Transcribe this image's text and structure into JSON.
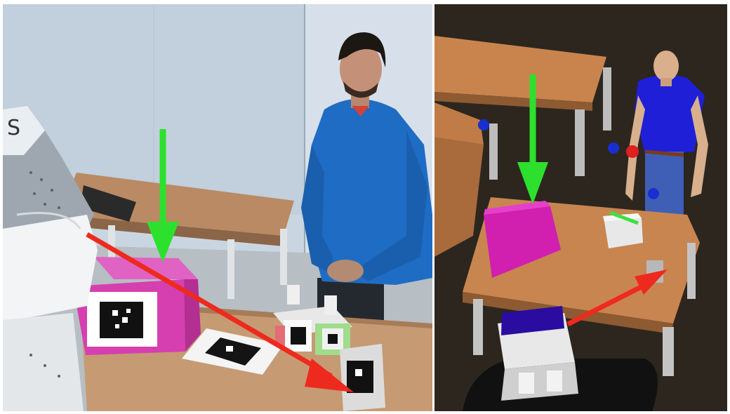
{
  "panels": [
    {
      "name": "camera-view",
      "description_visible": false
    },
    {
      "name": "simulation-view",
      "description_visible": false
    }
  ],
  "robot_label_text": "S",
  "colors": {
    "target_arrow": "#2ee02e",
    "gaze_arrow": "#ee2a1e",
    "magenta_box": "#d63fb0",
    "shirt_blue": "#1f6cc4",
    "sim_table": "#c9844e",
    "sim_floor": "#2c261f",
    "sim_box": "#d11fb0",
    "marker_blue": "#1a2fd0",
    "marker_red": "#e0201e"
  }
}
